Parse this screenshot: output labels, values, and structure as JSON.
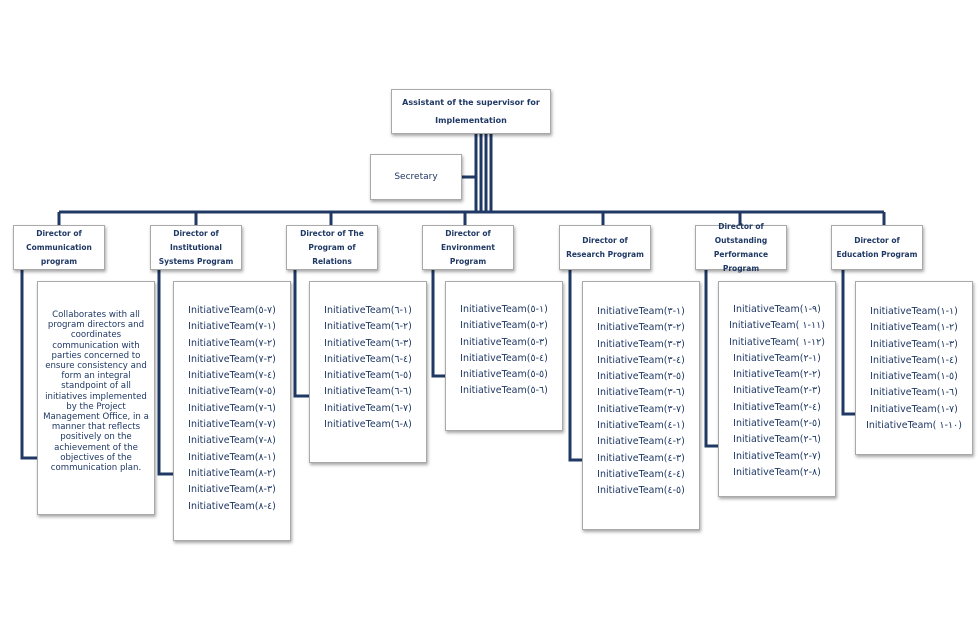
{
  "top": {
    "title": "Assistant of the supervisor for Implementation"
  },
  "secretary": {
    "label": "Secretary"
  },
  "colors": {
    "line": "#1f3864",
    "text": "#1f3864",
    "box_border": "#a9a9a9"
  },
  "directors": [
    {
      "label": "Director of Communication program"
    },
    {
      "label": "Director of Institutional Systems Program"
    },
    {
      "label": "Director of The Program of Relations"
    },
    {
      "label": "Director of Environment Program"
    },
    {
      "label": "Director of Research Program"
    },
    {
      "label": "Director of Outstanding Performance Program"
    },
    {
      "label": "Director of Education Program"
    }
  ],
  "communication_description": "Collaborates with all program directors and coordinates communication with parties concerned to ensure consistency and form an integral standpoint of all initiatives implemented by the Project Management Office, in a manner that reflects positively on the achievement of the objectives of the communication plan.",
  "teams": {
    "institutional": [
      "InitiativeTeam(٧-٥)",
      "InitiativeTeam(١-٧)",
      "InitiativeTeam(٢-٧)",
      "InitiativeTeam(٣-٧)",
      "InitiativeTeam(٤-٧)",
      "InitiativeTeam(٥-٧)",
      "InitiativeTeam(٦-٧)",
      "InitiativeTeam(٧-٧)",
      "InitiativeTeam(٨-٧)",
      "InitiativeTeam(١-٨)",
      "InitiativeTeam(٢-٨)",
      "InitiativeTeam(٣-٨)",
      "InitiativeTeam(٤-٨)"
    ],
    "relations": [
      "InitiativeTeam(١-٦)",
      "InitiativeTeam(٢-٦)",
      "InitiativeTeam(٣-٦)",
      "InitiativeTeam(٤-٦)",
      "InitiativeTeam(٥-٦)",
      "InitiativeTeam(٦-٦)",
      "InitiativeTeam(٧-٦)",
      "InitiativeTeam(٨-٦)"
    ],
    "environment": [
      "InitiativeTeam(١-٥)",
      "InitiativeTeam(٢-٥)",
      "InitiativeTeam(٣-٥)",
      "InitiativeTeam(٤-٥)",
      "InitiativeTeam(٥-٥)",
      "InitiativeTeam(٦-٥)"
    ],
    "research": [
      "InitiativeTeam(١-٣)",
      "InitiativeTeam(٢-٣)",
      "InitiativeTeam(٣-٣)",
      "InitiativeTeam(٤-٣)",
      "InitiativeTeam(٥-٣)",
      "InitiativeTeam(٦-٣)",
      "InitiativeTeam(٧-٣)",
      "InitiativeTeam(١-٤)",
      "InitiativeTeam(٢-٤)",
      "InitiativeTeam(٣-٤)",
      "InitiativeTeam(٤-٤)",
      "InitiativeTeam(٥-٤)"
    ],
    "outstanding": [
      "InitiativeTeam(٩-١)",
      "InitiativeTeam( ١١-١)",
      "InitiativeTeam( ١٢-١)",
      "InitiativeTeam(١-٢)",
      "InitiativeTeam(٢-٢)",
      "InitiativeTeam(٣-٢)",
      "InitiativeTeam(٤-٢)",
      "InitiativeTeam(٥-٢)",
      "InitiativeTeam(٦-٢)",
      "InitiativeTeam(٧-٢)",
      "InitiativeTeam(٨-٢)"
    ],
    "education": [
      "InitiativeTeam(١-١)",
      "InitiativeTeam(٢-١)",
      "InitiativeTeam(٣-١)",
      "InitiativeTeam(٤-١)",
      "InitiativeTeam(٥-١)",
      "InitiativeTeam(٦-١)",
      "InitiativeTeam(٧-١)",
      "InitiativeTeam( ١٠-١)"
    ]
  }
}
